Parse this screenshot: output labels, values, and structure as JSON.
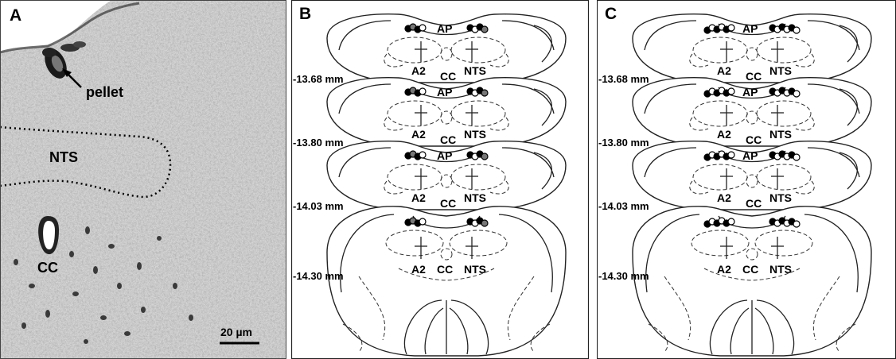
{
  "panels": {
    "a": {
      "label": "A",
      "annotations": {
        "pellet": "pellet",
        "nts": "NTS",
        "cc": "CC",
        "scale_bar": "20 µm"
      }
    },
    "b": {
      "label": "B"
    },
    "c": {
      "label": "C"
    }
  },
  "section_labels": {
    "ap": "AP",
    "a2": "A2",
    "cc": "CC",
    "nts": "NTS"
  },
  "levels": [
    "-13.68 mm",
    "-13.80 mm",
    "-14.03 mm",
    "-14.30 mm"
  ]
}
